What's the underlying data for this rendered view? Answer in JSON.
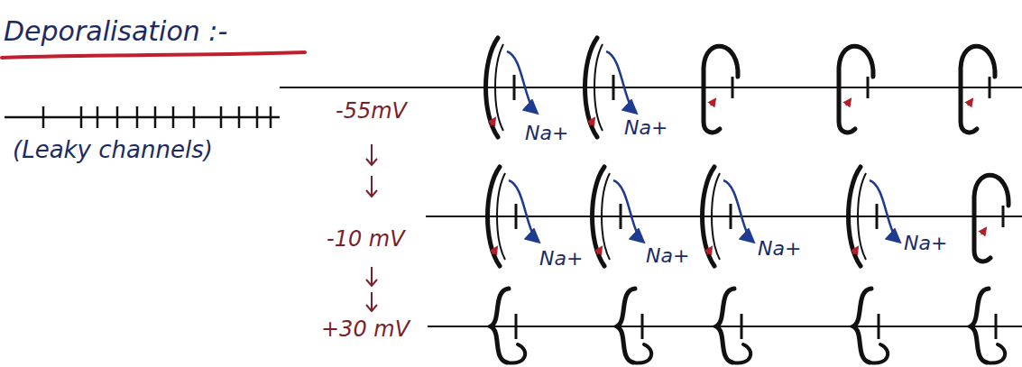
{
  "diagram": {
    "title": "Deporalisation :-",
    "labels": [
      "(Leaky channels)",
      "-55mV",
      "-10 mV",
      "+30 mV",
      "Na+",
      "Na+",
      "Na+",
      "Na+",
      "Na+",
      "Na+"
    ]
  }
}
